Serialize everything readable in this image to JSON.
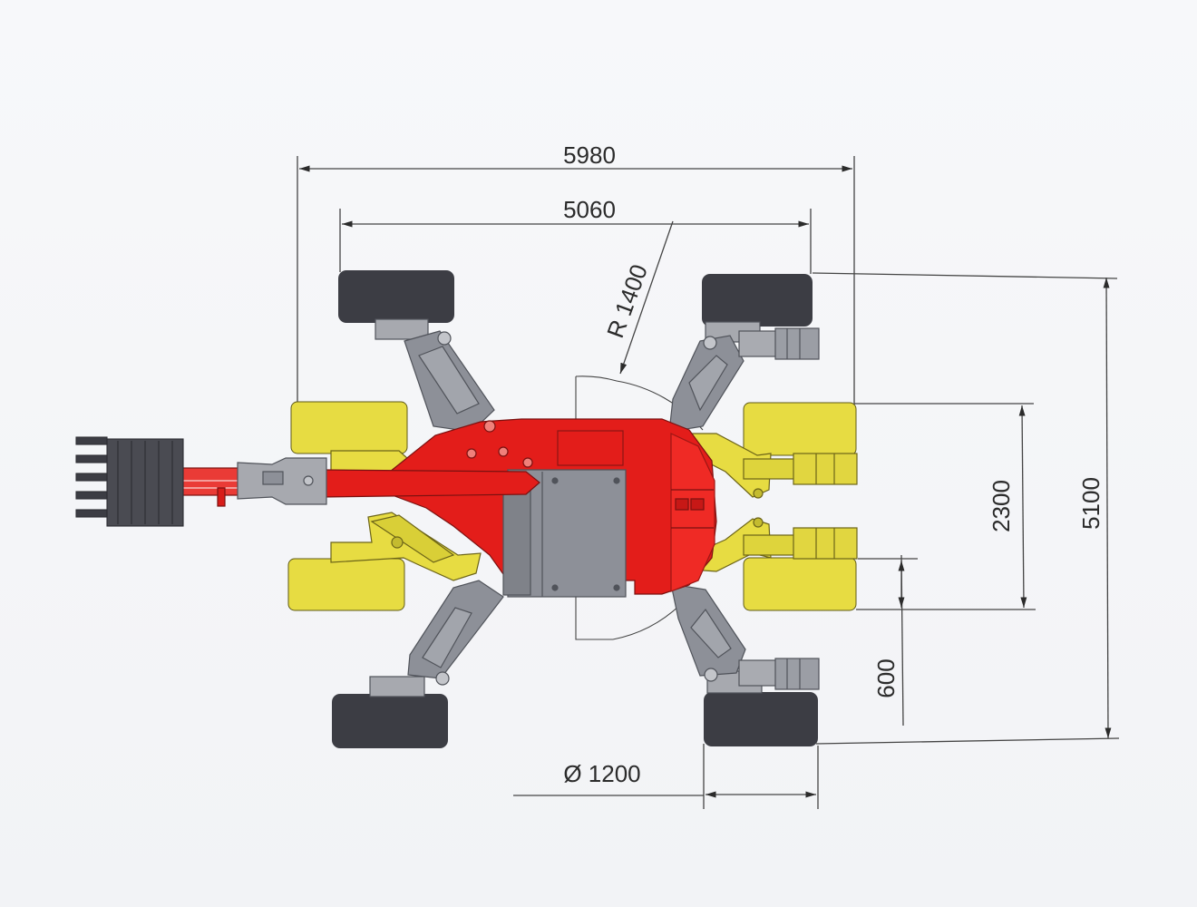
{
  "dimensions": {
    "overall_width": "5980",
    "track_width": "5060",
    "boom_radius": "R 1400",
    "inner_height": "2300",
    "overall_height": "5100",
    "leg_offset": "600",
    "wheel_diameter": "Ø 1200"
  },
  "colors": {
    "body_red": "#e31d1a",
    "leg_yellow": "#e7dc42",
    "arm_gray": "#8d9098",
    "wheel_dark": "#3c3d44",
    "line": "#444444"
  }
}
